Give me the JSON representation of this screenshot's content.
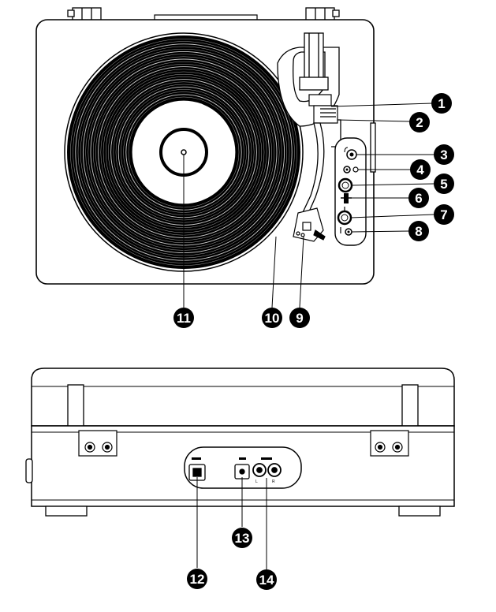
{
  "top_view": {
    "callouts": [
      "1",
      "2",
      "3",
      "4",
      "5",
      "6",
      "7",
      "8",
      "9",
      "10",
      "11"
    ]
  },
  "back_view": {
    "callouts": [
      "12",
      "13",
      "14"
    ],
    "jack_labels": [
      "L",
      "R"
    ]
  },
  "colors": {
    "line": "#000000",
    "fill": "#ffffff",
    "badge": "#000000"
  }
}
